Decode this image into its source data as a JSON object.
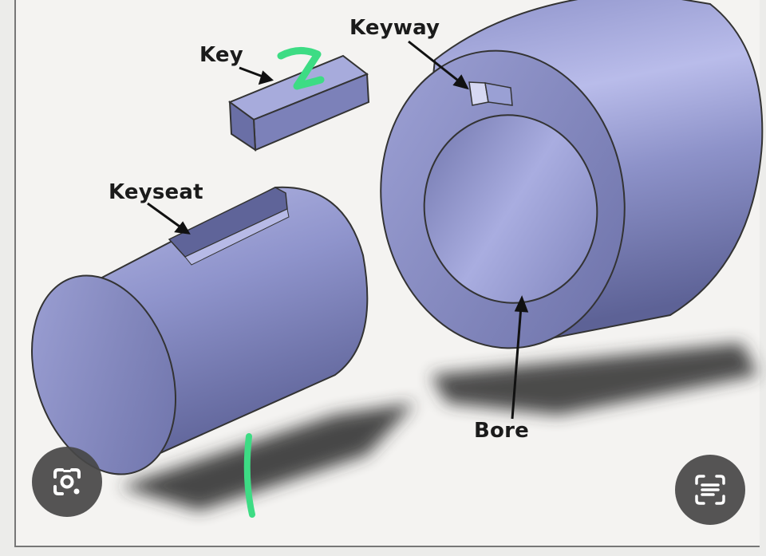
{
  "labels": {
    "key": "Key",
    "keyway": "Keyway",
    "keyseat": "Keyseat",
    "bore": "Bore"
  },
  "annotations": {
    "mark_key": "2",
    "mark_shaft": "1",
    "mark_color": "#3ddc84"
  },
  "colors": {
    "metal_base": "#8a8fc7",
    "metal_dark": "#5d6296",
    "metal_highlight": "#c3c6ee",
    "shadow": "#2a2a2a"
  },
  "buttons": {
    "left_icon": "google-lens-icon",
    "right_icon": "text-scan-icon"
  }
}
